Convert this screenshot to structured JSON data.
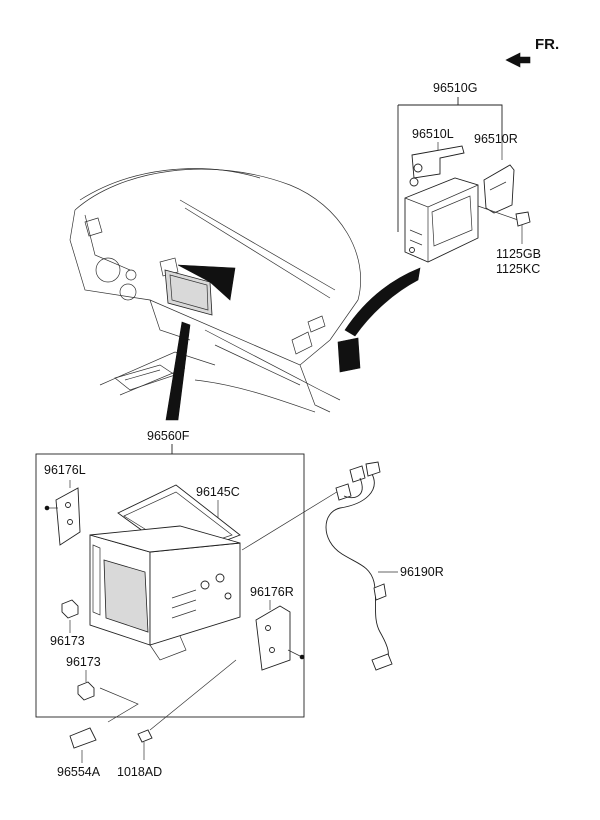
{
  "direction_marker": "FR.",
  "labels": {
    "p96510G": "96510G",
    "p96510L": "96510L",
    "p96510R": "96510R",
    "p1125GB": "1125GB",
    "p1125KC": "1125KC",
    "p96560F": "96560F",
    "p96176L": "96176L",
    "p96145C": "96145C",
    "p96190R": "96190R",
    "p96176R": "96176R",
    "p96173a": "96173",
    "p96173b": "96173",
    "p96554A": "96554A",
    "p1018AD": "1018AD"
  }
}
